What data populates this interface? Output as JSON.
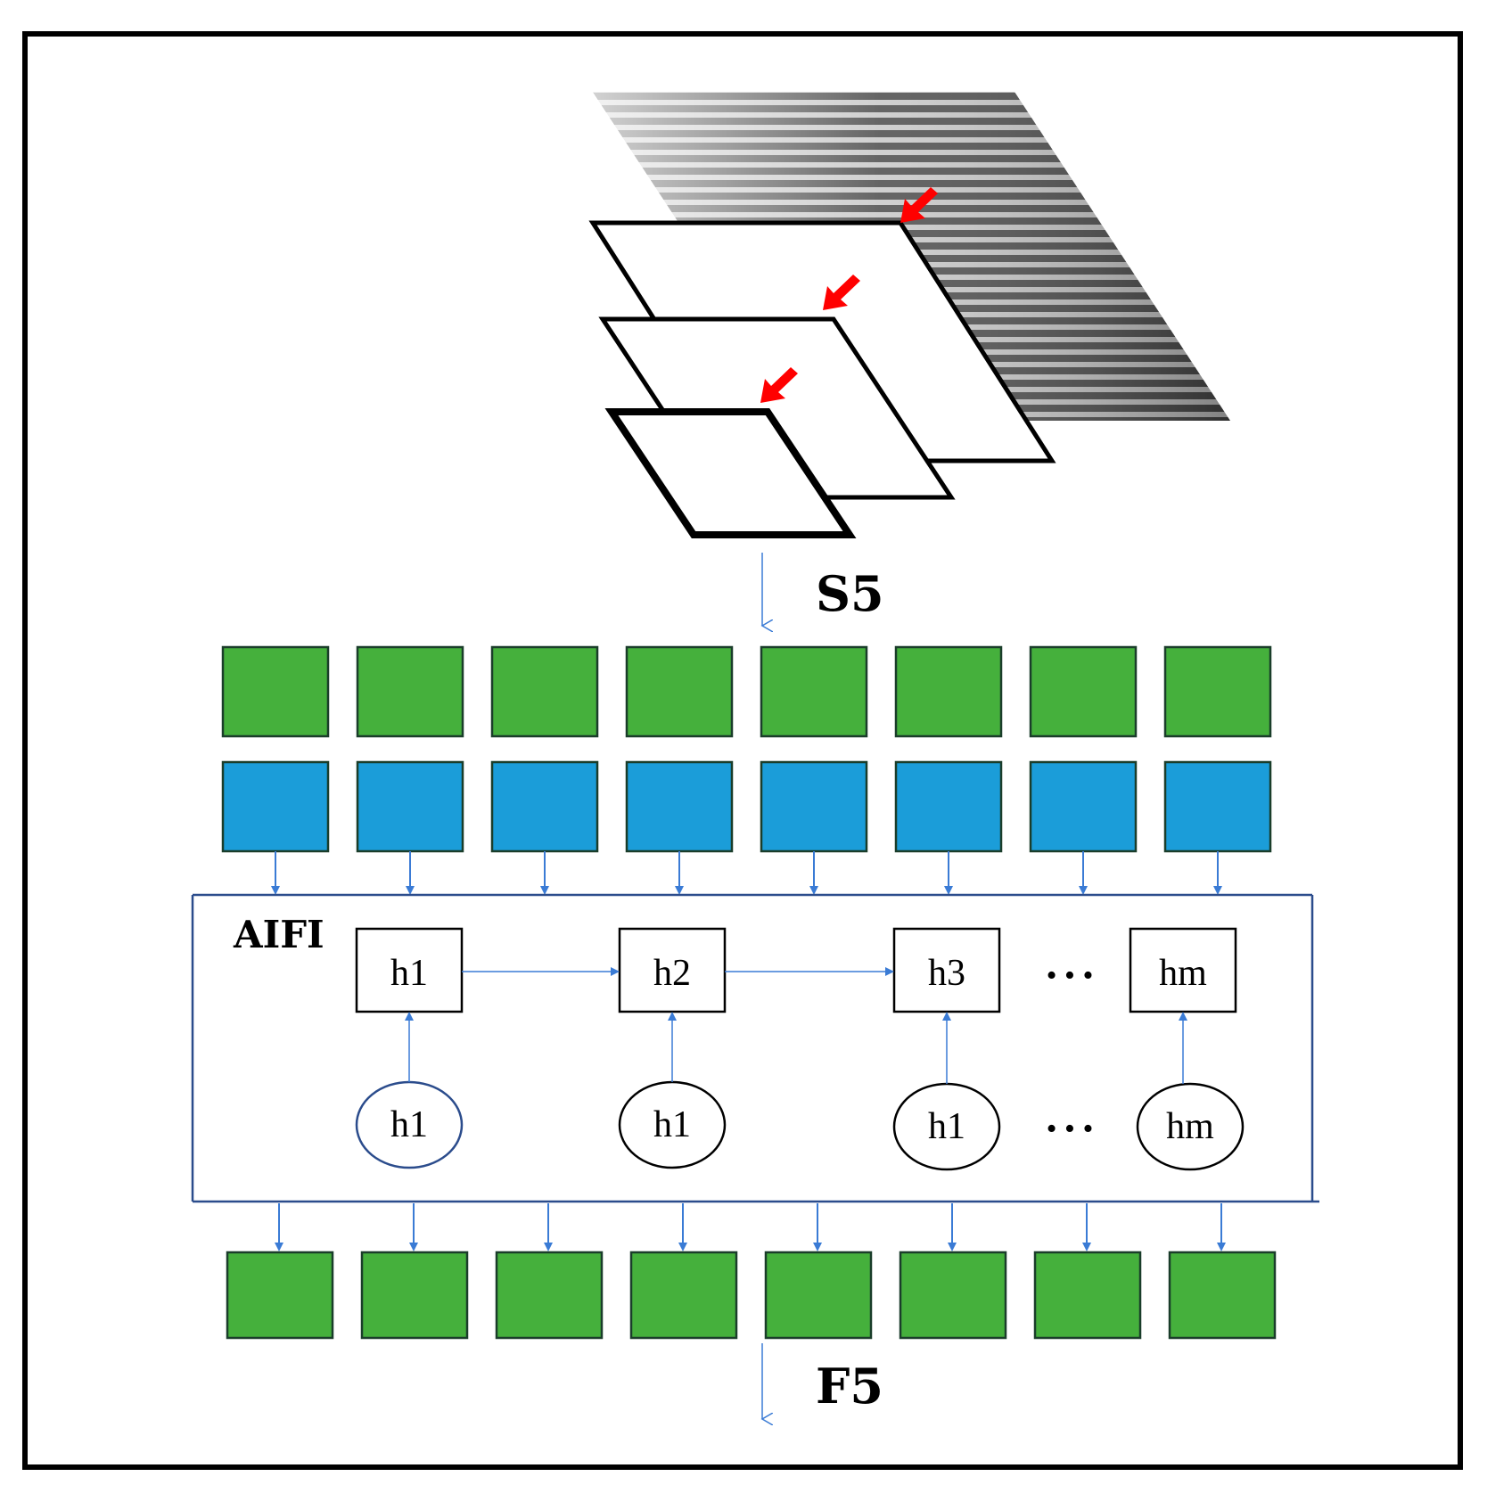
{
  "diagram": {
    "input_label": "S5",
    "output_label": "F5",
    "module_label": "AIFI",
    "hidden_nodes": [
      "h1",
      "h2",
      "h3",
      "hm"
    ],
    "input_nodes": [
      "h1",
      "h1",
      "h1",
      "hm"
    ],
    "ellipsis": "• • •",
    "token_count": 8,
    "colors": {
      "green": "#45b03c",
      "blue": "#1b9dd9",
      "arrow": "#3a7bd5",
      "marker": "#ff0000",
      "border": "#000000",
      "module_border": "#2b4c8c"
    }
  }
}
